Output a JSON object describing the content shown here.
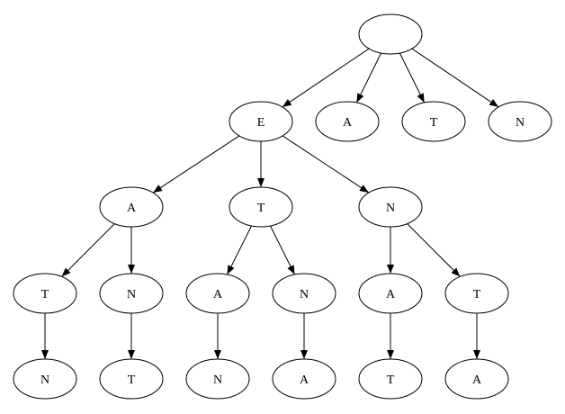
{
  "tree": {
    "label": "",
    "children": [
      {
        "label": "E",
        "children": [
          {
            "label": "A",
            "children": [
              {
                "label": "T",
                "children": [
                  {
                    "label": "N",
                    "children": []
                  }
                ]
              },
              {
                "label": "N",
                "children": [
                  {
                    "label": "T",
                    "children": []
                  }
                ]
              }
            ]
          },
          {
            "label": "T",
            "children": [
              {
                "label": "A",
                "children": [
                  {
                    "label": "N",
                    "children": []
                  }
                ]
              },
              {
                "label": "N",
                "children": [
                  {
                    "label": "A",
                    "children": []
                  }
                ]
              }
            ]
          },
          {
            "label": "N",
            "children": [
              {
                "label": "A",
                "children": [
                  {
                    "label": "T",
                    "children": []
                  }
                ]
              },
              {
                "label": "T",
                "children": [
                  {
                    "label": "A",
                    "children": []
                  }
                ]
              }
            ]
          }
        ]
      },
      {
        "label": "A",
        "children": []
      },
      {
        "label": "T",
        "children": []
      },
      {
        "label": "N",
        "children": []
      }
    ]
  }
}
